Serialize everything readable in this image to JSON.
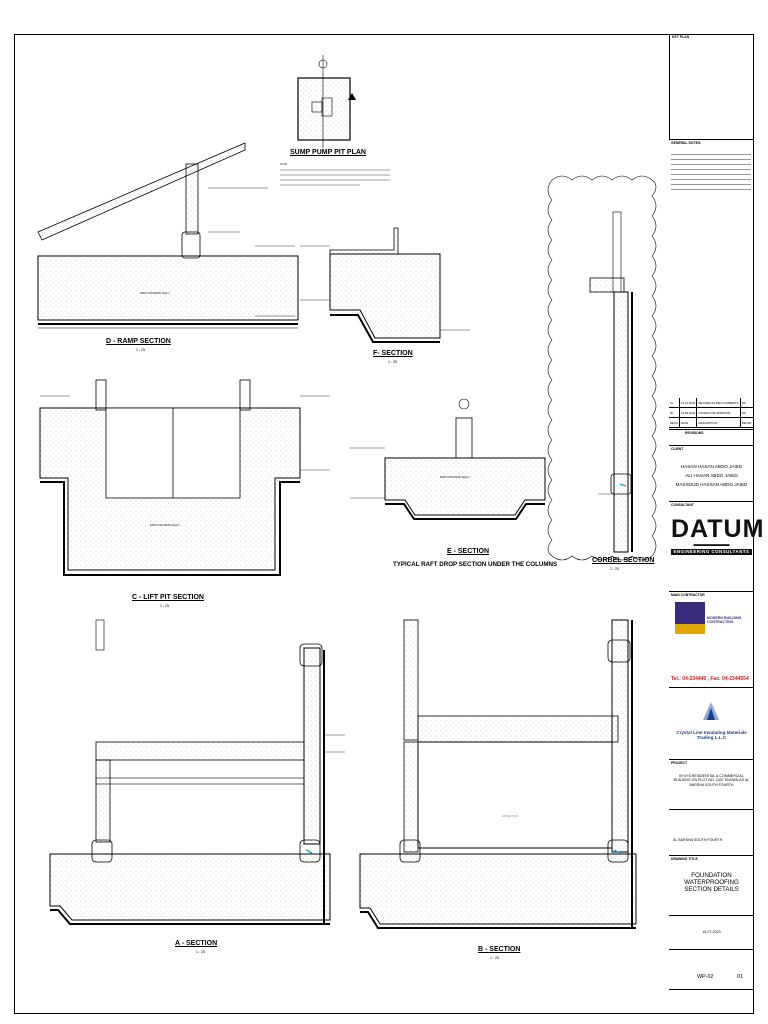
{
  "sections": {
    "sump": {
      "title": "SUMP PUMP PIT PLAN",
      "note_head": "NOTE:"
    },
    "ramp": {
      "title": "D - RAMP SECTION",
      "scale": "1 : 25",
      "raft": "EDM CONCRETE 3kg/m²"
    },
    "f": {
      "title": "F- SECTION",
      "scale": "1 : 25"
    },
    "lift": {
      "title": "C - LIFT PIT SECTION",
      "scale": "1 : 25",
      "raft": "EDM CONCRETE 3kg/m²"
    },
    "e": {
      "title": "E - SECTION",
      "subtitle": "TYPICAL RAFT DROP SECTION UNDER THE COLUMNS",
      "raft": "EDM CONCRETE 3kg/m²"
    },
    "corbel": {
      "title": "CORBEL SECTION",
      "scale": "1 : 25"
    },
    "a": {
      "title": "A - SECTION",
      "scale": "1 : 25"
    },
    "b": {
      "title": "B - SECTION",
      "scale": "1 : 25",
      "inner": "WATER TANK"
    }
  },
  "titleblock": {
    "key_plan": "KEY PLAN",
    "general_notes": "GENERAL NOTES:",
    "revisions_label": "REVISIONS",
    "revisions": [
      {
        "rev": "01",
        "date": "07-12-2023",
        "desc": "REVISED AS PER COMMENTS",
        "by": "BS"
      },
      {
        "rev": "00",
        "date": "21-08-2023",
        "desc": "ISSUED FOR APPROVAL",
        "by": "BS"
      },
      {
        "rev": "REV.#",
        "date": "DATE",
        "desc": "DESCRIPTION",
        "by": "REV.BY"
      }
    ],
    "client_label": "CLIENT",
    "clients": [
      "HASAN HASAN ABDO JAIED",
      "ALI HASAN ABDO JAIED",
      "MASSOUD HASSAN ABDO JAIED"
    ],
    "consultant_label": "CONSULTANT",
    "datum": "DATUM",
    "datum_sub": "ENGINEERING CONSULTANTS",
    "contractor_label": "MAIN CONTRACTOR",
    "contractor_en": "MODERN BUILDING CONTRACTING",
    "phone": "Tel.: 04-234445 , Fax: 04-2344554",
    "applicator": "Crystal Line Insulating Materials Trading L.L.C",
    "project_label": "PROJECT",
    "project": "B+G+5 RESIDENTIAL & COMMERCIAL BUILDING ON PLOT NO. 2437 KNOWN AS AL BARSHA SOUTH FOURTH",
    "location": "AL BARSHA SOUTH FOURTH",
    "drawing_title_label": "DRAWING TITLE",
    "drawing_title": "FOUNDATION WATERPROOFING SECTION DETAILS",
    "drawing_no": "WP-02",
    "rev_no": "01",
    "date_value": "15-07-2023"
  },
  "colors": {
    "line": "#000000",
    "hatch": "#555555",
    "accent": "#1f9bd6",
    "brand_red": "#cc1a1a",
    "brand_purple": "#3a2c7a"
  }
}
